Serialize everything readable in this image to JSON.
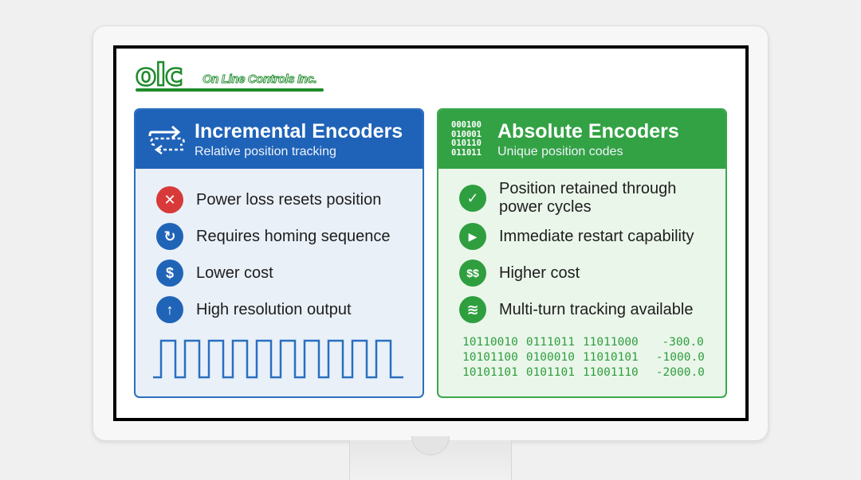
{
  "logo": {
    "mark": "olc",
    "company": "On Line Controls Inc."
  },
  "incremental": {
    "title": "Incremental Encoders",
    "subtitle": "Relative position tracking",
    "items": [
      {
        "label": "Power loss resets position",
        "icon": "x-circle-icon",
        "glyph": "✕"
      },
      {
        "label": "Requires homing sequence",
        "icon": "refresh-icon",
        "glyph": "↻"
      },
      {
        "label": "Lower cost",
        "icon": "dollar-icon",
        "glyph": "$"
      },
      {
        "label": "High resolution output",
        "icon": "arrow-up-icon",
        "glyph": "↑"
      }
    ],
    "colors": {
      "header": "#1f63b8",
      "accent": "#2a6fc0",
      "negative": "#d83a3a"
    }
  },
  "absolute": {
    "title": "Absolute Encoders",
    "subtitle": "Unique position codes",
    "binary_icon": [
      "000100",
      "010001",
      "010110",
      "011011"
    ],
    "items": [
      {
        "label": "Position retained through power cycles",
        "icon": "check-circle-icon",
        "glyph": "✓"
      },
      {
        "label": "Immediate restart capability",
        "icon": "play-circle-icon",
        "glyph": "▶"
      },
      {
        "label": "Higher cost",
        "icon": "double-dollar-icon",
        "glyph": "$$"
      },
      {
        "label": "Multi-turn tracking available",
        "icon": "layers-icon",
        "glyph": "≋"
      }
    ],
    "codes": [
      [
        "10110010",
        "0111011",
        "11011000",
        "-300.0"
      ],
      [
        "10101100",
        "0100010",
        "11010101",
        "-1000.0"
      ],
      [
        "10101101",
        "0101101",
        "11001110",
        "-2000.0"
      ]
    ],
    "colors": {
      "header": "#33a244",
      "accent": "#2f9e3f"
    }
  }
}
